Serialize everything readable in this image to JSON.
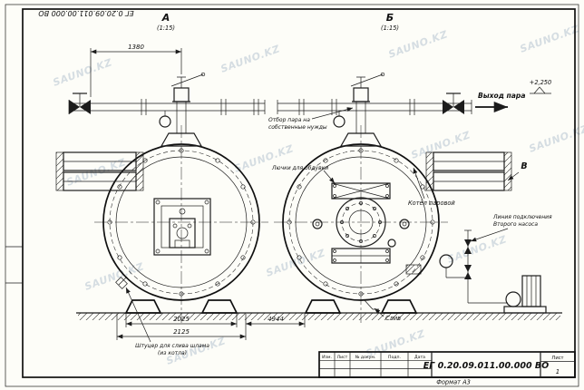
{
  "sheet": {
    "format_label": "Формат А3",
    "inverted_doc_number": "ЕГ 0.20.09.011.00.000 ВО"
  },
  "title_block": {
    "doc_number": "ЕГ 0.20.09.011.00.000  ВО",
    "col_izm": "Изм.",
    "col_list": "Лист",
    "col_ndok": "№ докум.",
    "col_podp": "Подп.",
    "col_data": "Дата",
    "sheet_label": "Лист",
    "sheet_number": "1"
  },
  "views": {
    "a_label": "А",
    "a_scale": "(1:15)",
    "b_label": "Б",
    "b_scale": "(1:15)",
    "v_label": "В"
  },
  "annotations": {
    "steam_outlet": "Выход пара",
    "elevation": "+2,250",
    "own_needs_1": "Отбор пара на",
    "own_needs_2": "собственные нужды",
    "blow_hatches": "Лючки для обдувки",
    "boiler_label": "Котёл паровой",
    "pump_line_1": "Линия подключения",
    "pump_line_2": "Второго насоса",
    "drain_fitting_1": "Штуцер для слива шлама",
    "drain_fitting_2": "(из котла)",
    "drain_label": "Слив"
  },
  "dimensions": {
    "dim_1380": "1380",
    "dim_2025": "2025",
    "dim_2125": "2125",
    "dim_4944": "4944"
  },
  "watermark": {
    "text": "SAUNO.KZ"
  }
}
